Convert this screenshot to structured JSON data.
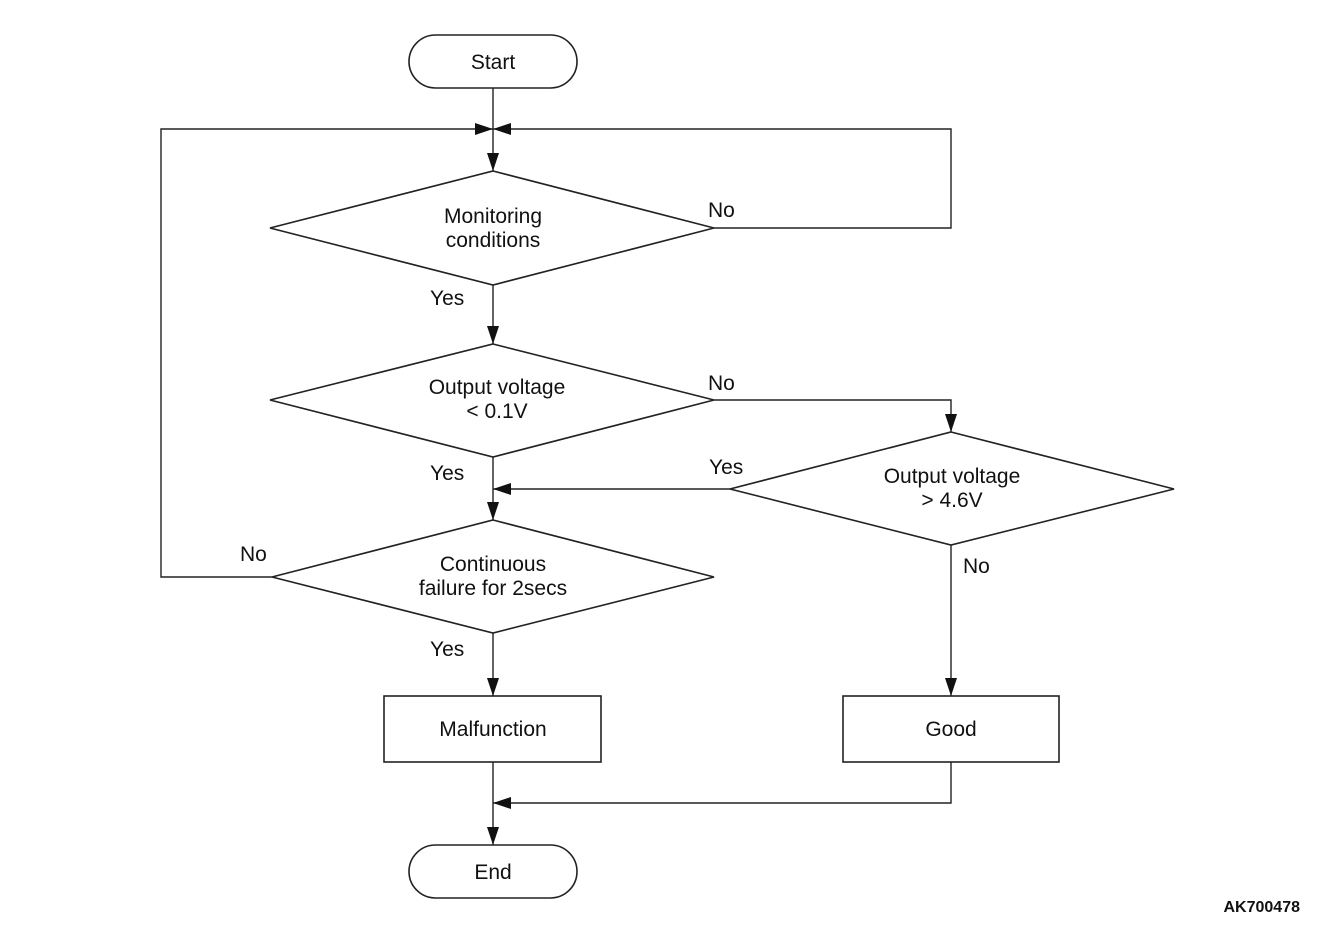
{
  "nodes": {
    "start": "Start",
    "monitoring": [
      "Monitoring",
      "conditions"
    ],
    "low_check": [
      "Output voltage",
      "< 0.1V"
    ],
    "high_check": [
      "Output voltage",
      "> 4.6V"
    ],
    "continuous": [
      "Continuous",
      "failure for 2secs"
    ],
    "malfunction": "Malfunction",
    "good": "Good",
    "end": "End"
  },
  "edges": {
    "monitoring_no": "No",
    "monitoring_yes": "Yes",
    "low_no": "No",
    "low_yes": "Yes",
    "high_yes": "Yes",
    "high_no": "No",
    "continuous_no": "No",
    "continuous_yes": "Yes"
  },
  "figure_code": "AK700478"
}
